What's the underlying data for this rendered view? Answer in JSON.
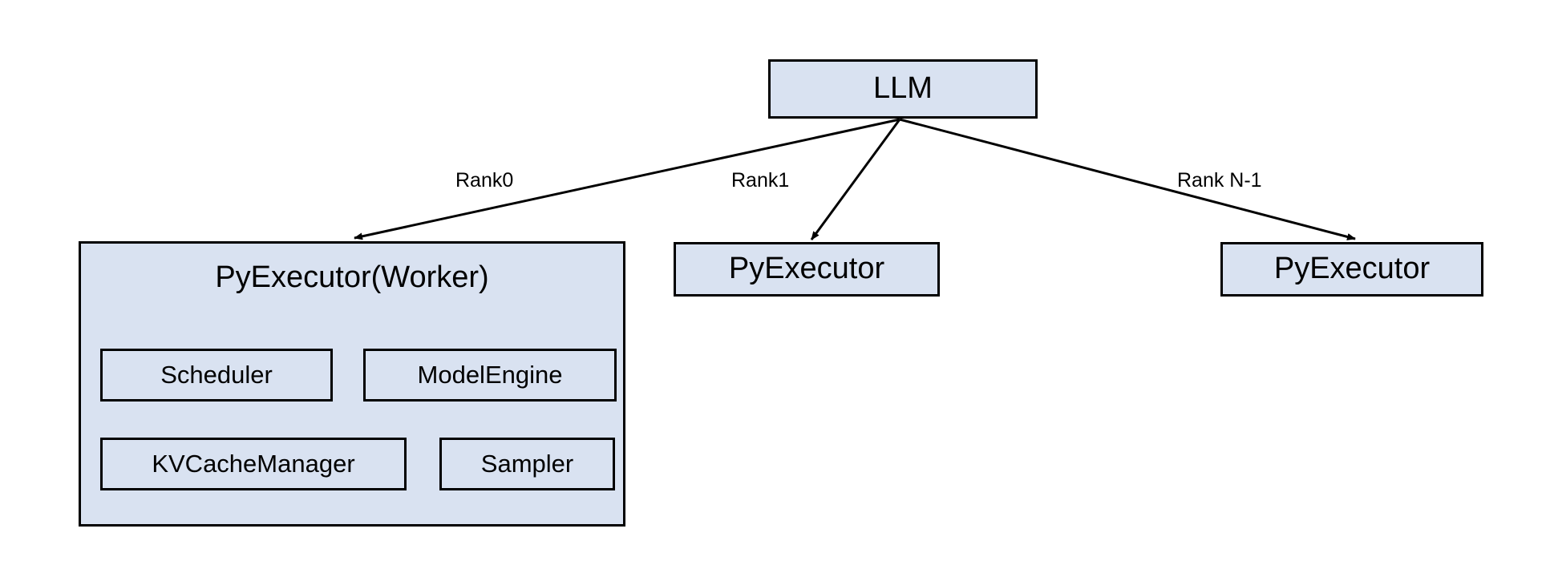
{
  "diagram": {
    "type": "block-diagram",
    "background_color": "#ffffff",
    "node_fill_color": "#d9e2f1",
    "node_border_color": "#000000",
    "text_color": "#000000",
    "root": {
      "id": "llm",
      "label": "LLM"
    },
    "edges": [
      {
        "id": "edge-rank0",
        "label": "Rank0",
        "from": "llm",
        "to": "pyexecutor-worker"
      },
      {
        "id": "edge-rank1",
        "label": "Rank1",
        "from": "llm",
        "to": "pyexecutor-1"
      },
      {
        "id": "edge-rankn",
        "label": "Rank N-1",
        "from": "llm",
        "to": "pyexecutor-2"
      }
    ],
    "nodes": [
      {
        "id": "pyexecutor-worker",
        "label": "PyExecutor(Worker)",
        "children": [
          {
            "id": "scheduler",
            "label": "Scheduler"
          },
          {
            "id": "model-engine",
            "label": "ModelEngine"
          },
          {
            "id": "kvcache-manager",
            "label": "KVCacheManager"
          },
          {
            "id": "sampler",
            "label": "Sampler"
          }
        ]
      },
      {
        "id": "pyexecutor-1",
        "label": "PyExecutor"
      },
      {
        "id": "pyexecutor-2",
        "label": "PyExecutor"
      }
    ]
  }
}
